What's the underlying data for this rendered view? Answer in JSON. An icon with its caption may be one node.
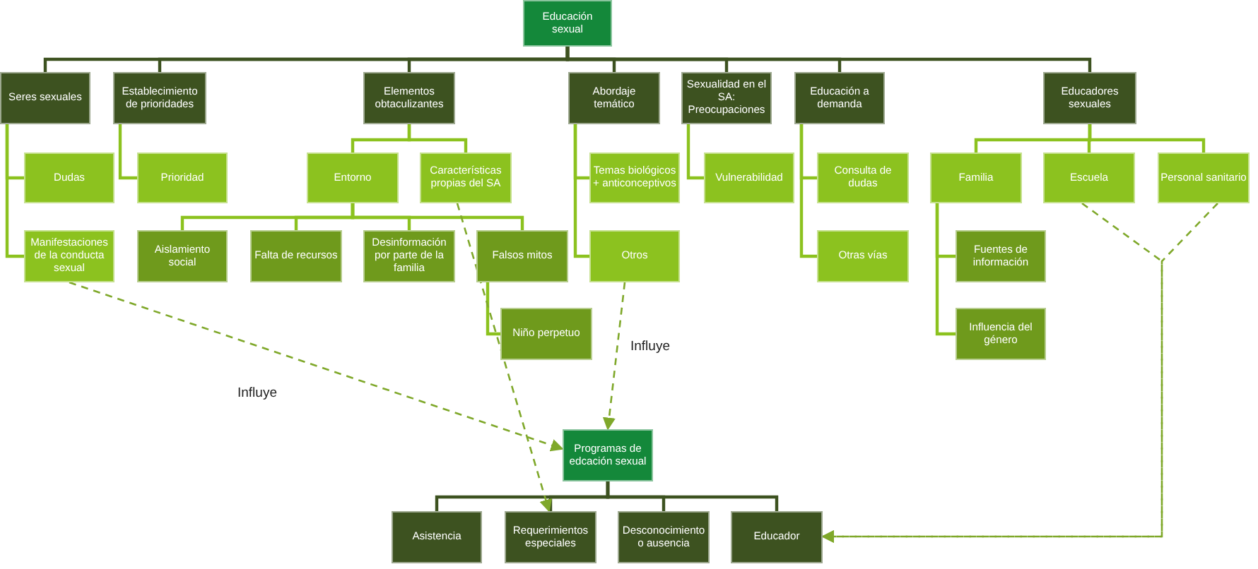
{
  "diagram": {
    "nodes": [
      {
        "text": [
          "Educación sexual"
        ]
      },
      {
        "text": [
          "Seres sexuales"
        ]
      },
      {
        "text": [
          "Establecimiento de prioridades"
        ]
      },
      {
        "text": [
          "Elementos obtaculizantes"
        ]
      },
      {
        "text": [
          "Abordaje temático"
        ]
      },
      {
        "text": [
          "Sexualidad en el SA: Preocupaciones"
        ]
      },
      {
        "text": [
          "Educación a demanda"
        ]
      },
      {
        "text": [
          "Educadores sexuales"
        ]
      },
      {
        "text": [
          "Dudas"
        ]
      },
      {
        "text": [
          "Manifestaciones de la conducta sexual"
        ]
      },
      {
        "text": [
          "Prioridad"
        ]
      },
      {
        "text": [
          "Entorno"
        ]
      },
      {
        "text": [
          "Características propias del SA"
        ]
      },
      {
        "text": [
          "Aislamiento social"
        ]
      },
      {
        "text": [
          "Falta de recursos"
        ]
      },
      {
        "text": [
          "Desinformación por parte de la familia"
        ]
      },
      {
        "text": [
          "Falsos mitos"
        ]
      },
      {
        "text": [
          "Niño perpetuo"
        ]
      },
      {
        "text": [
          "Temas biológicos + anticonceptivos"
        ]
      },
      {
        "text": [
          "Otros"
        ]
      },
      {
        "text": [
          "Vulnerabilidad"
        ]
      },
      {
        "text": [
          "Consulta de dudas"
        ]
      },
      {
        "text": [
          "Otras vías"
        ]
      },
      {
        "text": [
          "Familia"
        ]
      },
      {
        "text": [
          "Escuela"
        ]
      },
      {
        "text": [
          "Personal sanitario"
        ]
      },
      {
        "text": [
          "Fuentes de información"
        ]
      },
      {
        "text": [
          "Influencia del género"
        ]
      },
      {
        "text": [
          "Programas de edcación sexual"
        ]
      },
      {
        "text": [
          "Asistencia"
        ]
      },
      {
        "text": [
          "Requerimientos especiales"
        ]
      },
      {
        "text": [
          "Desconocimiento o ausencia"
        ]
      },
      {
        "text": [
          "Educador"
        ]
      }
    ],
    "edges": [
      {
        "from": 0,
        "to": 1,
        "arrow": "none",
        "color": "#3d5220"
      },
      {
        "from": 0,
        "to": 2,
        "arrow": "none",
        "color": "#3d5220"
      },
      {
        "from": 0,
        "to": 3,
        "arrow": "none",
        "color": "#3d5220"
      },
      {
        "from": 0,
        "to": 4,
        "arrow": "none",
        "color": "#3d5220"
      },
      {
        "from": 0,
        "to": 5,
        "arrow": "none",
        "color": "#3d5220"
      },
      {
        "from": 0,
        "to": 6,
        "arrow": "none",
        "color": "#3d5220"
      },
      {
        "from": 0,
        "to": 7,
        "arrow": "none",
        "color": "#3d5220"
      },
      {
        "from": 1,
        "to": 8,
        "arrow": "none"
      },
      {
        "from": 1,
        "to": 9,
        "arrow": "none"
      },
      {
        "from": 2,
        "to": 10,
        "arrow": "none"
      },
      {
        "from": 3,
        "to": 11,
        "arrow": "none"
      },
      {
        "from": 3,
        "to": 12,
        "arrow": "none"
      },
      {
        "from": 11,
        "to": 13,
        "arrow": "none"
      },
      {
        "from": 11,
        "to": 14,
        "arrow": "none"
      },
      {
        "from": 11,
        "to": 15,
        "arrow": "none"
      },
      {
        "from": 11,
        "to": 16,
        "arrow": "none"
      },
      {
        "from": 16,
        "to": 17,
        "arrow": "none"
      },
      {
        "from": 4,
        "to": 18,
        "arrow": "none"
      },
      {
        "from": 4,
        "to": 19,
        "arrow": "none"
      },
      {
        "from": 5,
        "to": 20,
        "arrow": "none"
      },
      {
        "from": 6,
        "to": 21,
        "arrow": "none"
      },
      {
        "from": 6,
        "to": 22,
        "arrow": "none"
      },
      {
        "from": 7,
        "to": 23,
        "arrow": "none"
      },
      {
        "from": 7,
        "to": 24,
        "arrow": "none"
      },
      {
        "from": 7,
        "to": 25,
        "arrow": "none"
      },
      {
        "from": 23,
        "to": 26,
        "arrow": "none"
      },
      {
        "from": 23,
        "to": 27,
        "arrow": "none"
      },
      {
        "from": 28,
        "to": 29,
        "arrow": "none",
        "color": "#3d5220"
      },
      {
        "from": 28,
        "to": 30,
        "arrow": "none",
        "color": "#3d5220"
      },
      {
        "from": 28,
        "to": 31,
        "arrow": "none",
        "color": "#3d5220"
      },
      {
        "from": 28,
        "to": 32,
        "arrow": "none",
        "color": "#3d5220"
      },
      {
        "from": 9,
        "to": 28,
        "arrow": "to",
        "style": "dashed",
        "label": "Influye"
      },
      {
        "from": 12,
        "to": 30,
        "arrow": "to",
        "style": "dashed"
      },
      {
        "from": 19,
        "to": 28,
        "arrow": "to",
        "style": "dashed",
        "label": "Influye"
      },
      {
        "from": 24,
        "to": 32,
        "arrow": "to",
        "style": "dashed"
      },
      {
        "from": 25,
        "to": 32,
        "arrow": "to",
        "style": "dashed"
      }
    ]
  }
}
